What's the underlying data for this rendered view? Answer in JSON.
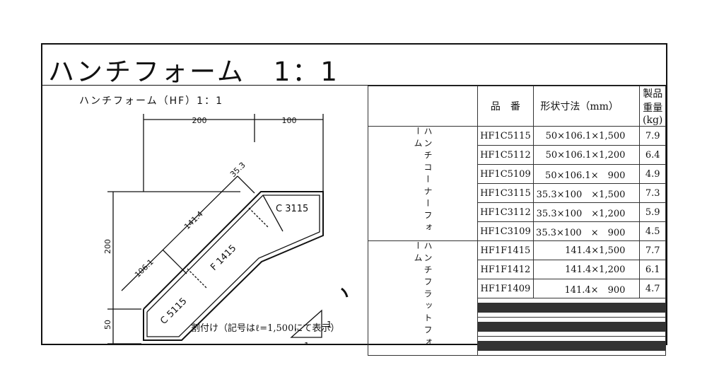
{
  "main_title": "ハンチフォーム　1：1",
  "figure": {
    "title": "ハンチフォーム（HF）1：1",
    "dim_200_top": "200",
    "dim_100": "100",
    "dim_35_3": "35.3",
    "dim_141_4": "141.4",
    "dim_106_1": "106.1",
    "dim_200_left": "200",
    "dim_50": "50",
    "label_c3115": "C 3115",
    "label_f1415": "F 1415",
    "label_c5115": "C 5115",
    "slope_v": "1",
    "slope_h": "1",
    "caption": "割付け（記号はℓ=1,500にて表示）"
  },
  "table": {
    "headers": {
      "code": "品　番",
      "dim": "形状寸法（mm）",
      "weight": "製品重量(kg)"
    },
    "group1_label": "ハンチコーナーフォーム",
    "group2_label": "ハンチフラットフォーム",
    "rows": [
      {
        "code": "HF1C5115",
        "dim": "50×106.1×1,500",
        "weight": "7.9"
      },
      {
        "code": "HF1C5112",
        "dim": "50×106.1×1,200",
        "weight": "6.4"
      },
      {
        "code": "HF1C5109",
        "dim": "50×106.1×　900",
        "weight": "4.9"
      },
      {
        "code": "HF1C3115",
        "dim": "35.3×100　×1,500",
        "weight": "7.3"
      },
      {
        "code": "HF1C3112",
        "dim": "35.3×100　×1,200",
        "weight": "5.9"
      },
      {
        "code": "HF1C3109",
        "dim": "35.3×100　×　900",
        "weight": "4.5"
      },
      {
        "code": "HF1F1415",
        "dim": "141.4×1,500",
        "weight": "7.7"
      },
      {
        "code": "HF1F1412",
        "dim": "141.4×1,200",
        "weight": "6.1"
      },
      {
        "code": "HF1F1409",
        "dim": "141.4×　900",
        "weight": "4.7"
      }
    ]
  }
}
